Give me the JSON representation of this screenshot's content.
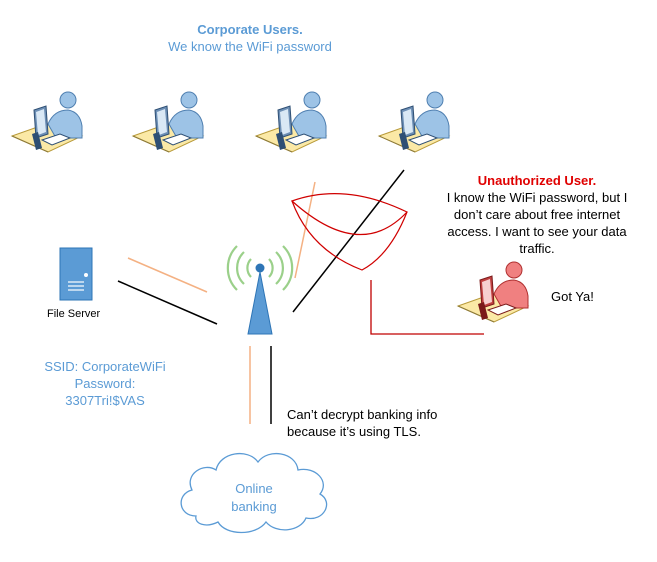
{
  "header": {
    "title": "Corporate Users.",
    "subtitle": "We know the WiFi password"
  },
  "attacker": {
    "title": "Unauthorized User.",
    "lines": [
      "I know the WiFi password, but I",
      "don’t care about free internet",
      "access. I want to see your  data",
      "traffic."
    ],
    "caption": "Got Ya!"
  },
  "file_server": {
    "label": "File Server"
  },
  "access_point": {
    "ssid": "SSID: CorporateWiFi",
    "password_label": "Password:",
    "password_value": "3307Tri!$VAS"
  },
  "tls_note": {
    "lines": [
      "Can’t decrypt banking info",
      "because it’s using TLS."
    ]
  },
  "cloud": {
    "lines": [
      "Online",
      "banking"
    ]
  },
  "colors": {
    "accent_blue": "#5b9bd5",
    "alert_red": "#e00000",
    "link_orange": "#f4b183",
    "link_black": "#000000",
    "intercept_red": "#d00000",
    "attacker_red": "#e04040",
    "user_blue": "#9dc3e6"
  },
  "icons": [
    "user-workstation-icon",
    "attacker-workstation-icon",
    "server-icon",
    "wifi-antenna-icon",
    "cloud-icon"
  ]
}
